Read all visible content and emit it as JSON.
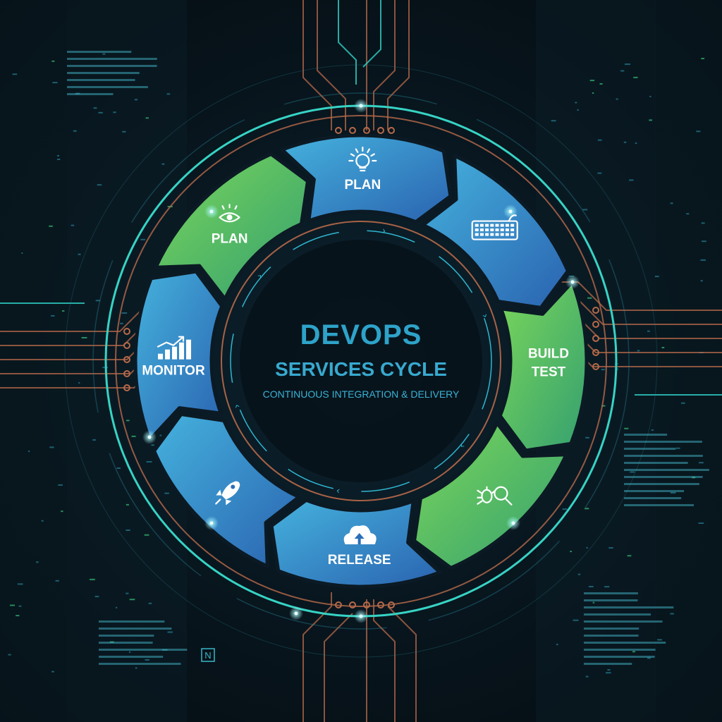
{
  "center": {
    "title": "DEVOPS",
    "subtitle": "SERVICES CYCLE",
    "tagline": "CONTINUOUS INTEGRATION & DELIVERY"
  },
  "segments": [
    {
      "label": "PLAN",
      "icon": "lightbulb-icon",
      "color": "blue"
    },
    {
      "label": "",
      "icon": "keyboard-icon",
      "color": "blue"
    },
    {
      "label": "BUILD\nTEST",
      "icon": "",
      "color": "green"
    },
    {
      "label": "",
      "icon": "bug-search-icon",
      "color": "green"
    },
    {
      "label": "RELEASE",
      "icon": "cloud-upload-icon",
      "color": "blue"
    },
    {
      "label": "",
      "icon": "rocket-icon",
      "color": "blue"
    },
    {
      "label": "MONITOR",
      "icon": "bar-chart-icon",
      "color": "blue"
    },
    {
      "label": "PLAN",
      "icon": "eye-icon",
      "color": "green"
    }
  ],
  "badge": "N",
  "colors": {
    "blue_light": "#3aa0d0",
    "blue_dark": "#2a6fb8",
    "green_light": "#6cd25a",
    "green_dark": "#3aa66a",
    "ring": "#37d3c4",
    "trace": "#b86a4a",
    "title": "#2ea3c9"
  }
}
